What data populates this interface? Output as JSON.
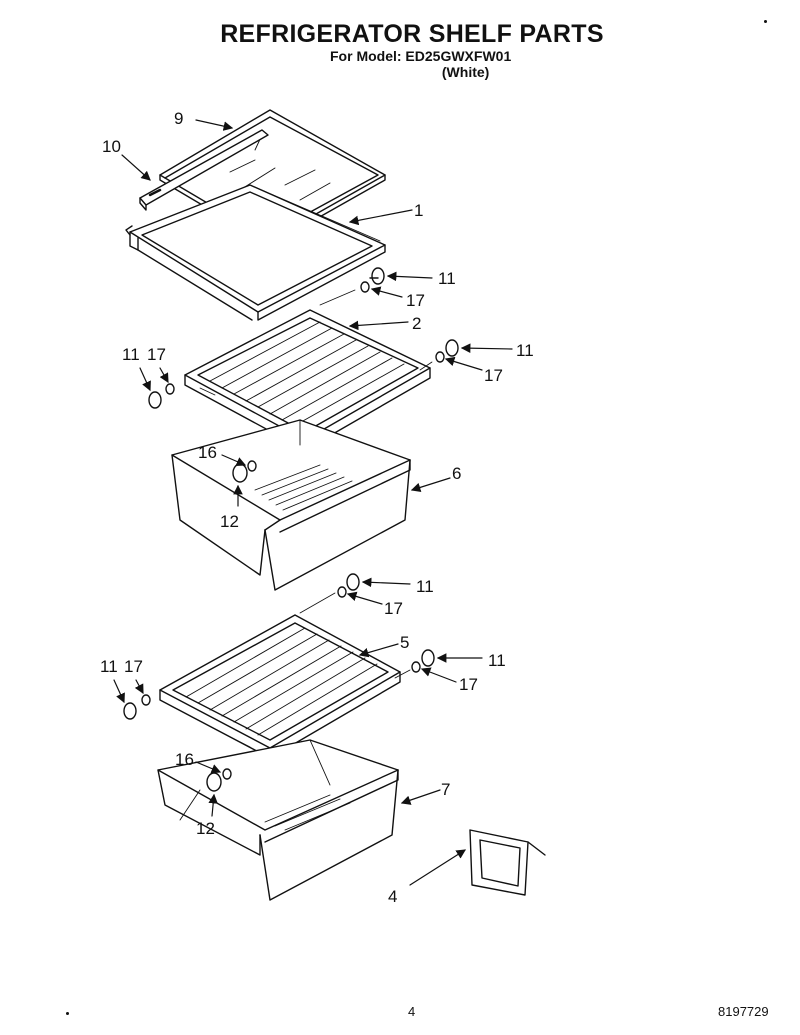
{
  "header": {
    "title": "REFRIGERATOR SHELF PARTS",
    "model_line": "For Model: ED25GWXFW01",
    "color_line": "(White)"
  },
  "footer": {
    "page_number": "4",
    "document_number": "8197729"
  },
  "callouts": {
    "c9": "9",
    "c10": "10",
    "c1": "1",
    "c11a": "11",
    "c17a": "17",
    "c2": "2",
    "c11b": "11",
    "c17b": "17",
    "c11c": "11",
    "c17c": "17",
    "c16a": "16",
    "c6": "6",
    "c12a": "12",
    "c11d": "11",
    "c17d": "17",
    "c5": "5",
    "c11e": "11",
    "c17e": "17",
    "c11f": "11",
    "c17f": "17",
    "c16b": "16",
    "c7": "7",
    "c12b": "12",
    "c4": "4"
  }
}
